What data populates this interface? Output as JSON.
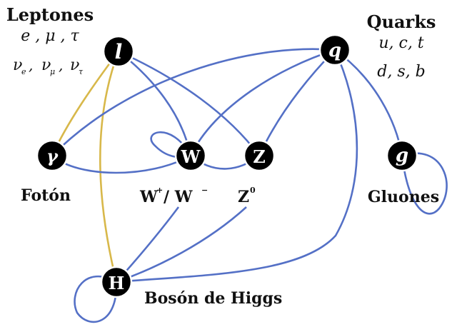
{
  "nodes": {
    "lepton": {
      "symbol": "l"
    },
    "quark": {
      "symbol": "q"
    },
    "photon": {
      "symbol": "γ"
    },
    "w": {
      "symbol": "W"
    },
    "z": {
      "symbol": "Z"
    },
    "gluon": {
      "symbol": "g"
    },
    "higgs": {
      "symbol": "H"
    }
  },
  "labels": {
    "leptones_title": "Leptones",
    "leptones_row1": "e , μ , τ",
    "leptones_row2_a": "ν",
    "leptones_row2_a_sub": "e",
    "leptones_row2_b": "ν",
    "leptones_row2_b_sub": "μ",
    "leptones_row2_c": "ν",
    "leptones_row2_c_sub": "τ",
    "quarks_title": "Quarks",
    "quarks_row1": "u, c, t",
    "quarks_row2": "d, s, b",
    "foton": "Fotón",
    "w_main": "W",
    "w_plus": "+",
    "w_sep": "/ W",
    "w_minus": "−",
    "z_main": "Z",
    "z_sup": "0",
    "gluones": "Gluones",
    "higgs": "Bosón de Higgs"
  },
  "colors": {
    "boson_line": "#5470c6",
    "higgs_lepton_line": "#d8b84a",
    "node_fill": "#000000"
  }
}
